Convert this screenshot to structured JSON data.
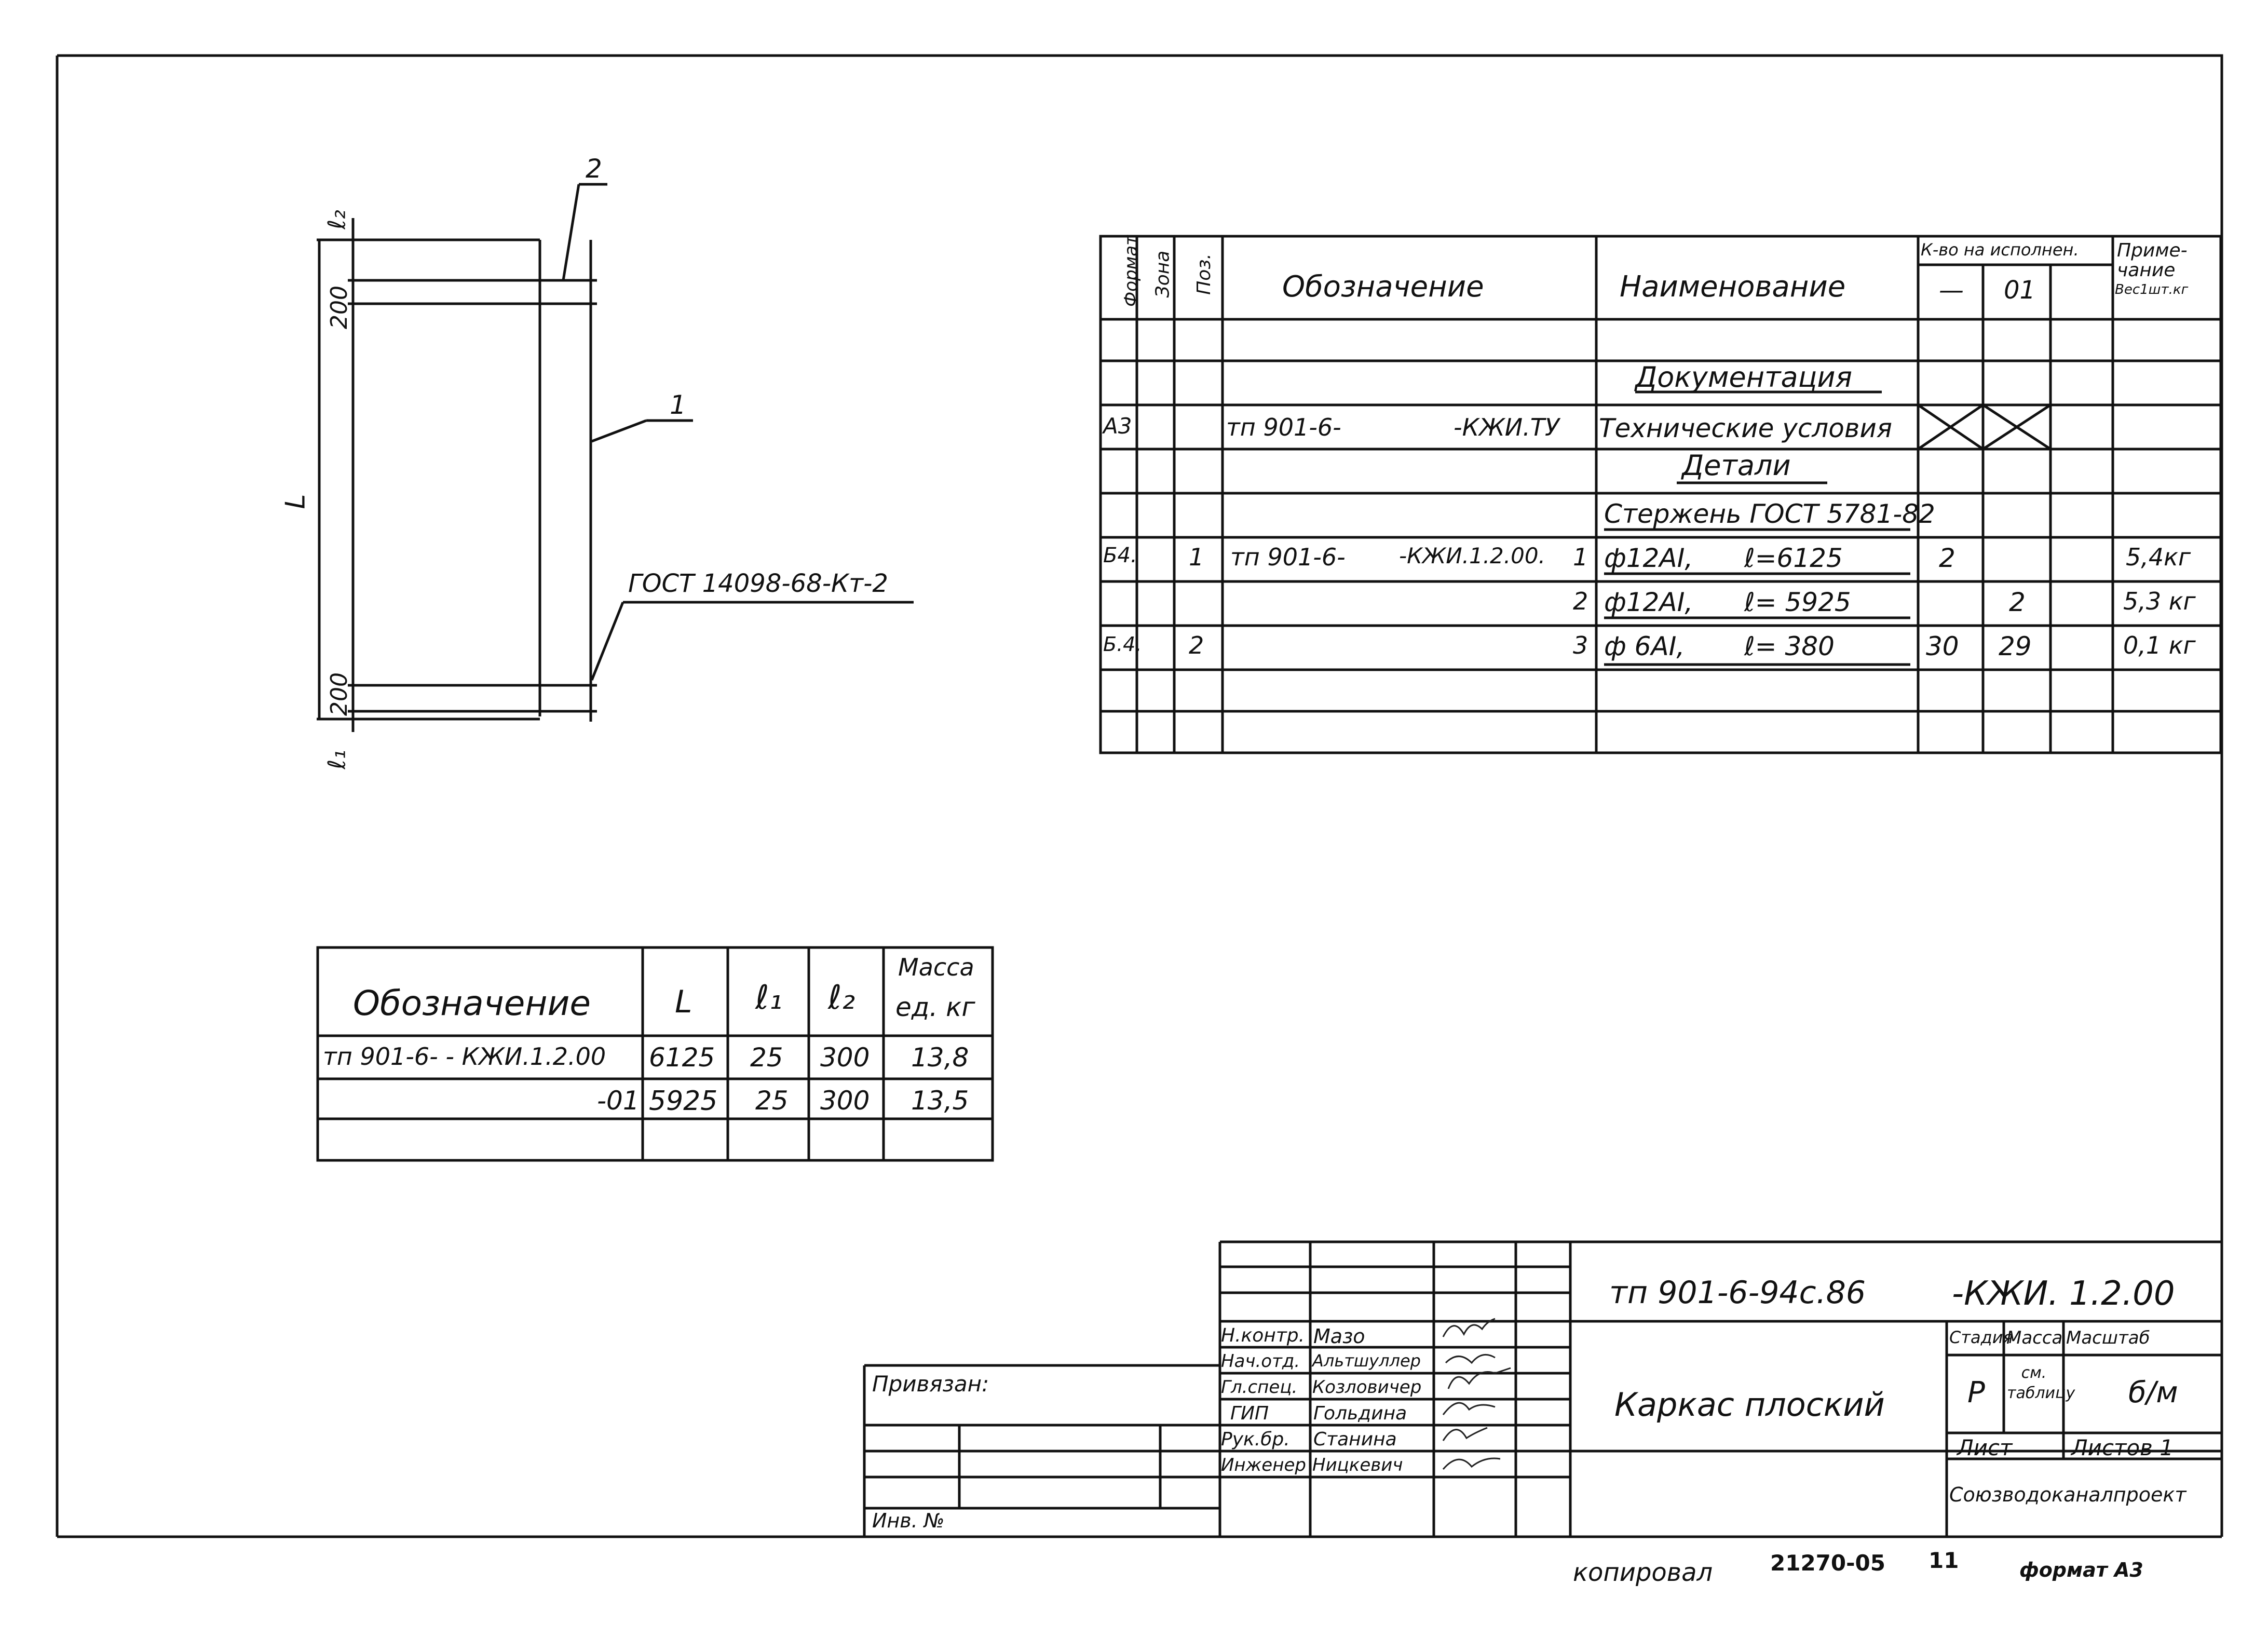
{
  "drawing": {
    "pos_2": "2",
    "pos_1": "1",
    "dim_l2": "ℓ₂",
    "dim_200_top": "200",
    "dim_L": "L",
    "dim_200_bot": "200",
    "dim_l1": "ℓ₁",
    "weld_note": "ГОСТ 14098-68-Кт-2"
  },
  "spec": {
    "head": {
      "format": "Формат",
      "zone": "Зона",
      "pos": "Поз.",
      "designation": "Обозначение",
      "name": "Наименование",
      "qty_group": "К-во на исполнен.",
      "qty_dash": "—",
      "qty_01": "01",
      "note1": "Приме-",
      "note2": "чание",
      "note3": "Вес1шт.кг"
    },
    "section_docs": "Документация",
    "section_parts": "Детали",
    "rows": [
      {
        "fmt": "А3",
        "pos": "",
        "des": "тп 901-6-",
        "des_suffix": "-КЖИ.ТУ",
        "name": "Технические условия",
        "q0": "",
        "q1": "",
        "note": ""
      },
      {
        "fmt": "",
        "pos": "",
        "des": "",
        "des_suffix": "",
        "name": "Стержень ГОСТ 5781-82",
        "q0": "",
        "q1": "",
        "note": ""
      },
      {
        "fmt": "Б4.",
        "pos": "1",
        "des": "тп 901-6-",
        "des_suffix": "-КЖИ.1.2.00.",
        "num": "1",
        "name_a": "ф12АI,",
        "name_b": "ℓ=6125",
        "q0": "2",
        "q1": "",
        "note": "5,4кг"
      },
      {
        "fmt": "",
        "pos": "",
        "des": "",
        "des_suffix": "",
        "num": "2",
        "name_a": "ф12АI,",
        "name_b": "ℓ= 5925",
        "q0": "",
        "q1": "2",
        "note": "5,3 кг"
      },
      {
        "fmt": "Б.4.",
        "pos": "2",
        "des": "",
        "des_suffix": "",
        "num": "3",
        "name_a": "ф 6АI,",
        "name_b": "ℓ= 380",
        "q0": "30",
        "q1": "29",
        "note": "0,1 кг"
      }
    ]
  },
  "var_table": {
    "head": {
      "des": "Обозначение",
      "L": "L",
      "l1": "ℓ₁",
      "l2": "ℓ₂",
      "mass1": "Масса",
      "mass2": "ед. кг"
    },
    "rows": [
      {
        "des": "тп 901-6-   - КЖИ.1.2.00",
        "L": "6125",
        "l1": "25",
        "l2": "300",
        "m": "13,8"
      },
      {
        "des": "-01",
        "L": "5925",
        "l1": "25",
        "l2": "300",
        "m": "13,5"
      }
    ]
  },
  "title_block": {
    "doc_code": "тп 901-6-94с.86",
    "doc_code_b": "-КЖИ. 1.2.00",
    "name": "Каркас плоский",
    "stage_label": "Стадия",
    "mass_label": "Масса",
    "scale_label": "Масштаб",
    "stage": "Р",
    "mass": "см. таблицу",
    "scale": "б/м",
    "sheet_label": "Лист",
    "sheets_label": "Листов 1",
    "org": "Союзводоканалпроект",
    "staff": [
      {
        "role": "Н.контр.",
        "name": "Мазо"
      },
      {
        "role": "Нач.отд.",
        "name": "Альтшуллер"
      },
      {
        "role": "Гл.спец.",
        "name": "Козловичер"
      },
      {
        "role": "ГИП",
        "name": "Гольдина"
      },
      {
        "role": "Рук.бр.",
        "name": "Станина"
      },
      {
        "role": "Инженер",
        "name": "Ницкевич"
      }
    ],
    "bound": "Привязан:",
    "inv": "Инв. №"
  },
  "footer": {
    "copied": "копировал",
    "order": "21270-05",
    "num": "11",
    "format": "формат А3"
  }
}
